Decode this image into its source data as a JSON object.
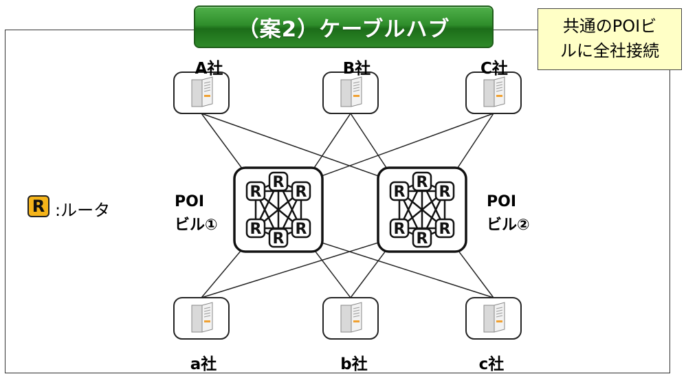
{
  "title": "（案2）ケーブルハブ",
  "note": {
    "line1": "共通のPOIビ",
    "line2": "ルに全社接続"
  },
  "legend": {
    "symbol": "R",
    "text": ":ルータ"
  },
  "poi_buildings": [
    {
      "line1": "POI",
      "line2": "ビル①"
    },
    {
      "line1": "POI",
      "line2": "ビル②"
    }
  ],
  "router_label": "R",
  "top_companies": [
    "A社",
    "B社",
    "C社"
  ],
  "bottom_companies": [
    "a社",
    "b社",
    "c社"
  ]
}
